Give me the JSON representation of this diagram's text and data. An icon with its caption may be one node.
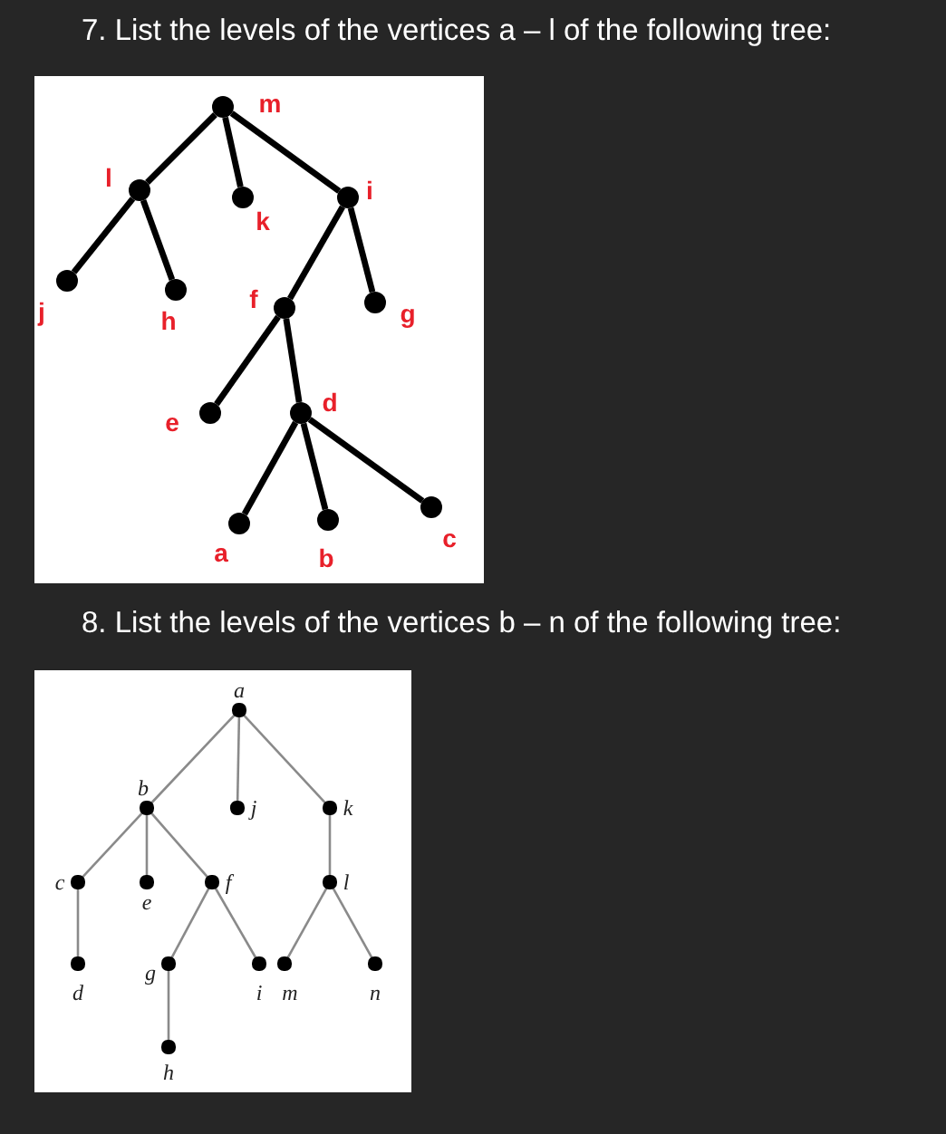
{
  "diagram": {
    "nodes": [
      {
        "text": [
          "m"
        ]
      },
      {
        "text": [
          "l"
        ]
      },
      {
        "text": [
          "k"
        ]
      },
      {
        "text": [
          "i"
        ]
      },
      {
        "text": [
          "j"
        ]
      },
      {
        "text": [
          "h"
        ]
      },
      {
        "text": [
          "f"
        ]
      },
      {
        "text": [
          "g"
        ]
      },
      {
        "text": [
          "e"
        ]
      },
      {
        "text": [
          "d"
        ]
      },
      {
        "text": [
          "a"
        ]
      },
      {
        "text": [
          "b"
        ]
      },
      {
        "text": [
          "c"
        ]
      },
      {
        "text": [
          "a"
        ]
      },
      {
        "text": [
          "b"
        ]
      },
      {
        "text": [
          "j"
        ]
      },
      {
        "text": [
          "k"
        ]
      },
      {
        "text": [
          "c"
        ]
      },
      {
        "text": [
          "e"
        ]
      },
      {
        "text": [
          "f"
        ]
      },
      {
        "text": [
          "l"
        ]
      },
      {
        "text": [
          "d"
        ]
      },
      {
        "text": [
          "g"
        ]
      },
      {
        "text": [
          "i"
        ]
      },
      {
        "text": [
          "m"
        ]
      },
      {
        "text": [
          "n"
        ]
      },
      {
        "text": [
          "h"
        ]
      }
    ],
    "edges": [
      {
        "from": 0,
        "to": 1,
        "arrow": "none",
        "style": "thick",
        "color": "#000000"
      },
      {
        "from": 0,
        "to": 2,
        "arrow": "none",
        "style": "thick",
        "color": "#000000"
      },
      {
        "from": 0,
        "to": 3,
        "arrow": "none",
        "style": "thick",
        "color": "#000000"
      },
      {
        "from": 1,
        "to": 4,
        "arrow": "none",
        "style": "thick",
        "color": "#000000"
      },
      {
        "from": 1,
        "to": 5,
        "arrow": "none",
        "style": "thick",
        "color": "#000000"
      },
      {
        "from": 3,
        "to": 6,
        "arrow": "none",
        "style": "thick",
        "color": "#000000"
      },
      {
        "from": 3,
        "to": 7,
        "arrow": "none",
        "style": "thick",
        "color": "#000000"
      },
      {
        "from": 6,
        "to": 8,
        "arrow": "none",
        "style": "thick",
        "color": "#000000"
      },
      {
        "from": 6,
        "to": 9,
        "arrow": "none",
        "style": "thick",
        "color": "#000000"
      },
      {
        "from": 9,
        "to": 10,
        "arrow": "none",
        "style": "thick",
        "color": "#000000"
      },
      {
        "from": 9,
        "to": 11,
        "arrow": "none",
        "style": "thick",
        "color": "#000000"
      },
      {
        "from": 9,
        "to": 12,
        "arrow": "none",
        "style": "thick",
        "color": "#000000"
      },
      {
        "from": 13,
        "to": 14,
        "arrow": "none"
      },
      {
        "from": 13,
        "to": 15,
        "arrow": "none"
      },
      {
        "from": 13,
        "to": 16,
        "arrow": "none"
      },
      {
        "from": 14,
        "to": 17,
        "arrow": "none"
      },
      {
        "from": 14,
        "to": 18,
        "arrow": "none"
      },
      {
        "from": 14,
        "to": 19,
        "arrow": "none"
      },
      {
        "from": 16,
        "to": 20,
        "arrow": "none"
      },
      {
        "from": 17,
        "to": 21,
        "arrow": "none"
      },
      {
        "from": 19,
        "to": 22,
        "arrow": "none"
      },
      {
        "from": 19,
        "to": 23,
        "arrow": "none"
      },
      {
        "from": 20,
        "to": 24,
        "arrow": "none"
      },
      {
        "from": 20,
        "to": 25,
        "arrow": "none"
      },
      {
        "from": 22,
        "to": 26,
        "arrow": "none"
      }
    ],
    "labels": [
      "7.  List the levels of the vertices a – l of the following tree:",
      "8.  List the levels of the vertices b – n of the following tree:"
    ]
  }
}
